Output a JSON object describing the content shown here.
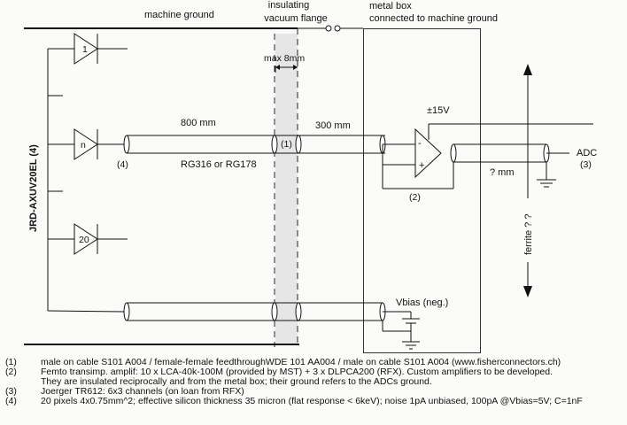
{
  "labels": {
    "machine_ground": "machine ground",
    "flange_line1": "insulating",
    "flange_line2": "vacuum flange",
    "metal_box_line1": "metal box",
    "metal_box_line2": "connected to machine ground",
    "max_gap": "max 8mm",
    "detector_name": "JRD-AXUV20EL (4)",
    "diode_first": "1",
    "diode_middle": "n",
    "diode_last": "20",
    "cable1_length": "800 mm",
    "cable1_type": "RG316 or RG178",
    "ref_detector": "(4)",
    "ref_feedthrough": "(1)",
    "cable2_length": "300 mm",
    "supply_voltage": "±15V",
    "opamp_minus": "-",
    "opamp_plus": "+",
    "ref_amplifier": "(2)",
    "cable3_length": "? mm",
    "adc": "ADC",
    "ref_adc": "(3)",
    "ferrite": "ferrite ? ?",
    "vbias": "Vbias (neg.)"
  },
  "notes": [
    {
      "num": "(1)",
      "text": "male on cable  S101 A004 / female-female feedthroughWDE 101 AA004 / male on cable S101 A004 (www.fisherconnectors.ch)"
    },
    {
      "num": "(2)",
      "text": "Femto transimp. amplif: 10 x LCA-40k-100M (provided by MST) + 3 x DLPCA200 (RFX). Custom amplifiers to be developed."
    },
    {
      "num": "",
      "text": "They are insulated reciprocally and from the metal box; their ground refers to the ADCs ground."
    },
    {
      "num": "(3)",
      "text": "Joerger TR612: 6x3 channels (on loan from RFX)"
    },
    {
      "num": "(4)",
      "text": "20 pixels 4x0.75mm^2; effective silicon thickness 35 micron (flat response < 6keV); noise 1pA unbiased, 100pA @Vbias=5V; C=1nF"
    }
  ]
}
